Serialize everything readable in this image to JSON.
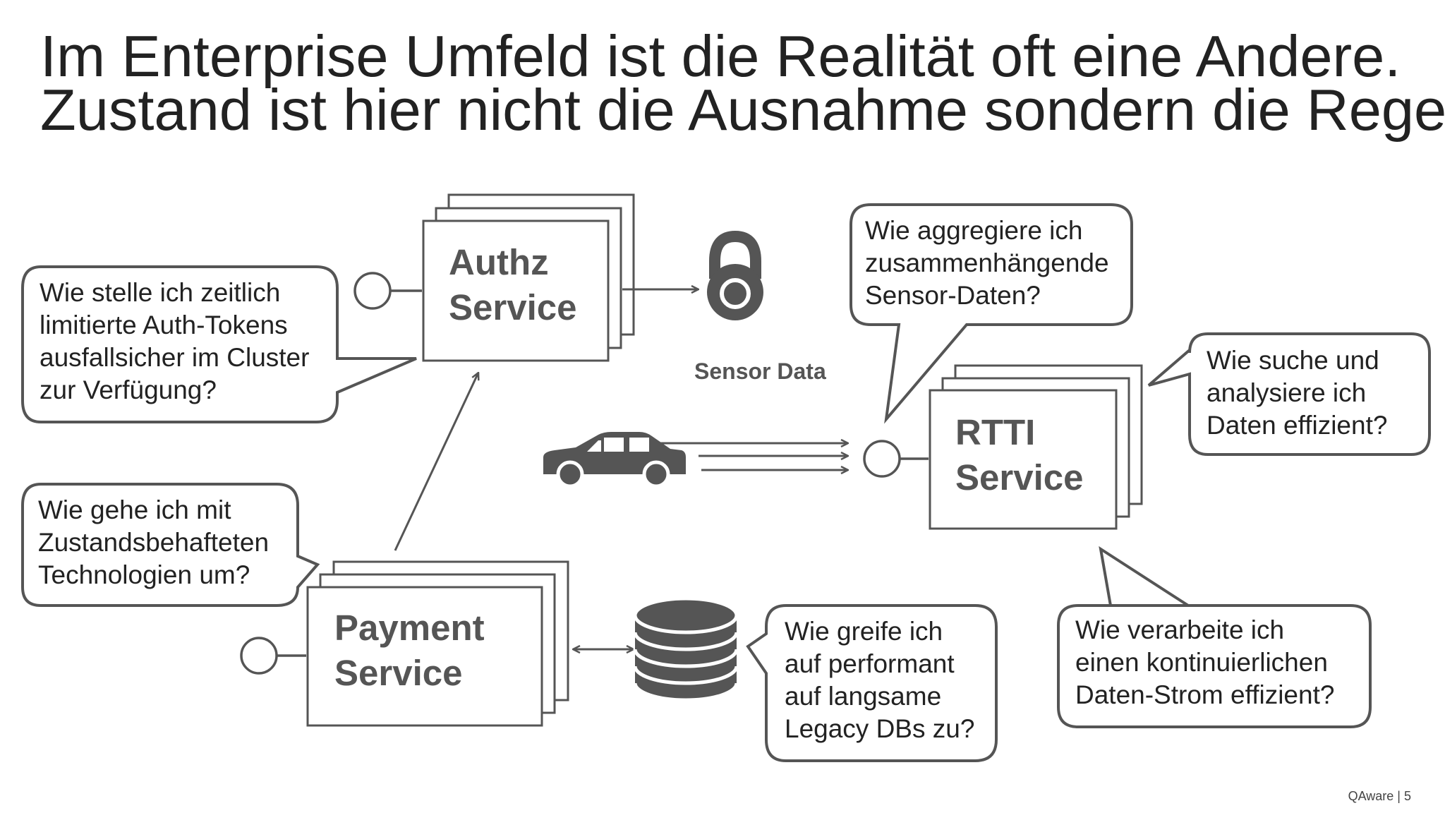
{
  "title": {
    "line1": "Im Enterprise Umfeld ist die Realität oft eine Andere.",
    "line2": "Zustand ist hier nicht die Ausnahme sondern die Regel."
  },
  "services": {
    "authz": {
      "line1": "Authz",
      "line2": "Service"
    },
    "payment": {
      "line1": "Payment",
      "line2": "Service"
    },
    "rtti": {
      "line1": "RTTI",
      "line2": "Service"
    }
  },
  "sensor_label": "Sensor Data",
  "bubbles": {
    "auth_tokens": [
      "Wie stelle ich zeitlich",
      "limitierte Auth-Tokens",
      "ausfallsicher im Cluster",
      "zur Verfügung?"
    ],
    "stateful": [
      "Wie gehe ich mit",
      "Zustandsbehafteten",
      "Technologien um?"
    ],
    "aggregate": [
      "Wie aggregiere ich",
      "zusammenhängende",
      "Sensor-Daten?"
    ],
    "search": [
      "Wie suche und",
      "analysiere ich",
      "Daten effizient?"
    ],
    "legacy": [
      "Wie greife ich",
      "auf performant",
      "auf langsame",
      "Legacy DBs zu?"
    ],
    "stream": [
      "Wie verarbeite ich",
      "einen kontinuierlichen",
      "Daten-Strom effizient?"
    ]
  },
  "icons": [
    "lock-icon",
    "car-icon",
    "database-icon"
  ],
  "footer": {
    "brand": "QAware",
    "page": "5"
  },
  "colors": {
    "text": "#222222",
    "stroke": "#555555",
    "icon": "#555555"
  }
}
